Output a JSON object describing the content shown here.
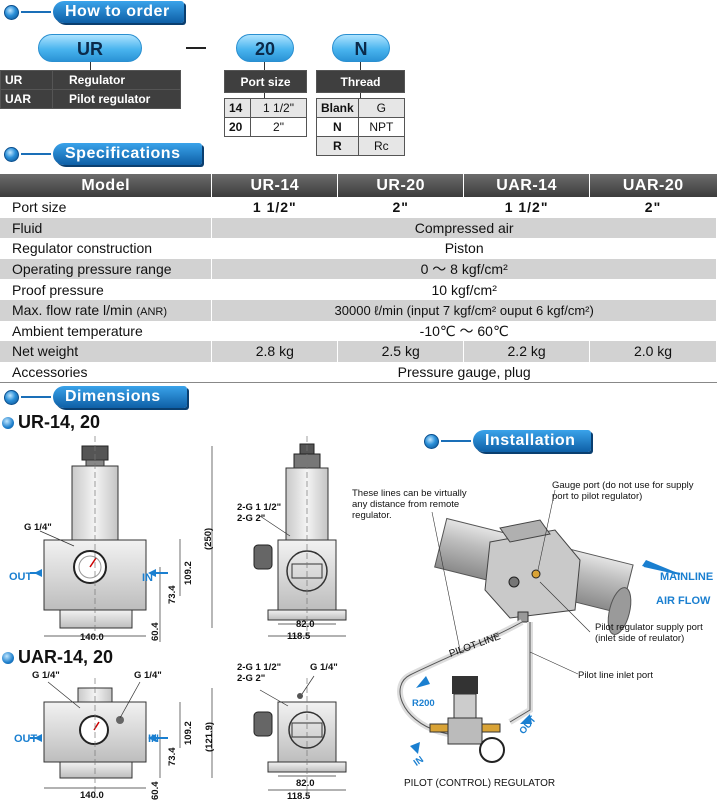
{
  "sections": {
    "order": "How to order",
    "specs": "Specifications",
    "dims": "Dimensions",
    "install": "Installation"
  },
  "order": {
    "code1": "UR",
    "hyphen": "—",
    "code2": "20",
    "code3": "N",
    "models": [
      {
        "code": "UR",
        "desc": "Regulator"
      },
      {
        "code": "UAR",
        "desc": "Pilot regulator"
      }
    ],
    "port_size": {
      "header": "Port size",
      "rows": [
        {
          "code": "14",
          "value": "1 1/2\""
        },
        {
          "code": "20",
          "value": "2\""
        }
      ]
    },
    "thread": {
      "header": "Thread",
      "rows": [
        {
          "code": "Blank",
          "value": "G"
        },
        {
          "code": "N",
          "value": "NPT"
        },
        {
          "code": "R",
          "value": "Rc"
        }
      ]
    }
  },
  "specs": {
    "header": [
      "Model",
      "UR-14",
      "UR-20",
      "UAR-14",
      "UAR-20"
    ],
    "port_size": {
      "label": "Port size",
      "values": [
        "1 1/2\"",
        "2\"",
        "1 1/2\"",
        "2\""
      ]
    },
    "fluid": {
      "label": "Fluid",
      "value": "Compressed air"
    },
    "construction": {
      "label": "Regulator construction",
      "value": "Piston"
    },
    "pressure_range": {
      "label": "Operating pressure range",
      "value": "0 ～ 8 kgf/cm²"
    },
    "proof": {
      "label": "Proof pressure",
      "value": "10 kgf/cm²"
    },
    "flow": {
      "label": "Max. flow rate l/min",
      "label_suffix": "(ANR)",
      "value": "30000 ℓ/min (input 7 kgf/cm²  ouput 6 kgf/cm²)"
    },
    "ambient": {
      "label": "Ambient temperature",
      "value": "-10℃ ～ 60℃"
    },
    "weight": {
      "label": "Net weight",
      "values": [
        "2.8 kg",
        "2.5 kg",
        "2.2 kg",
        "2.0 kg"
      ]
    },
    "accessories": {
      "label": "Accessories",
      "value": "Pressure gauge, plug"
    }
  },
  "dims": {
    "ur_title": "UR-14, 20",
    "uar_title": "UAR-14, 20",
    "ur": {
      "g14": "G 1/4\"",
      "out": "OUT",
      "in": "IN",
      "d250": "(250)",
      "d109": "109.2",
      "d73": "73.4",
      "d60": "60.4",
      "d140": "140.0",
      "port1": "2-G 1 1/2\"",
      "port2": "2-G 2\"",
      "d82": "82.0",
      "d118": "118.5"
    },
    "uar": {
      "g14a": "G 1/4\"",
      "g14b": "G 1/4\"",
      "g14c": "G 1/4\"",
      "out": "OUT",
      "in": "IN",
      "d121": "(121.9)",
      "d109": "109.2",
      "d73": "73.4",
      "d60": "60.4",
      "d140": "140.0",
      "port1": "2-G 1 1/2\"",
      "port2": "2-G 2\"",
      "d82": "82.0",
      "d118": "118.5"
    }
  },
  "install": {
    "note_lines": "These lines can be virtually any distance from remote regulator.",
    "gauge_port": "Gauge port (do not use for supply port to pilot regulator)",
    "mainline": "MAINLINE",
    "airflow": "AIR FLOW",
    "pilot_line": "PILOT LINE",
    "supply_port": "Pilot regulator supply port (inlet side of reulator)",
    "inlet_port": "Pilot line inlet port",
    "r200": "R200",
    "in": "IN",
    "out": "OUT",
    "pilot_reg": "PILOT (CONTROL) REGULATOR"
  },
  "colors": {
    "accent_blue": "#1a7fd0",
    "header_dark": "#3f3f3f",
    "row_grey": "#d2d2d2"
  }
}
